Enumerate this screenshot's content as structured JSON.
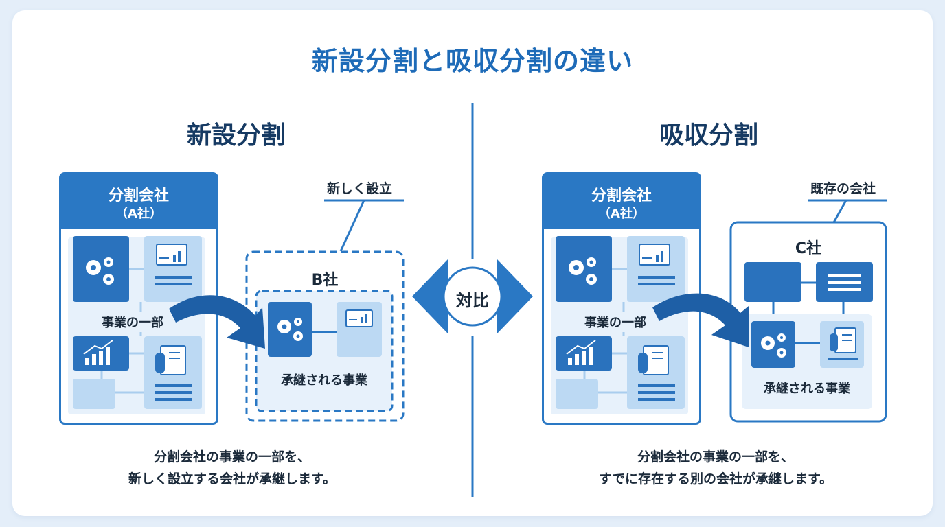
{
  "title": "新設分割と吸収分割の違い",
  "center_badge": "対比",
  "left": {
    "heading": "新設分割",
    "source_company": {
      "name": "分割会社",
      "sub": "（A社）"
    },
    "portion_label": "事業の一部",
    "callout": "新しく設立",
    "new_company": "B社",
    "transferred_label": "承継される事業",
    "description_line1": "分割会社の事業の一部を、",
    "description_line2": "新しく設立する会社が承継します。"
  },
  "right": {
    "heading": "吸収分割",
    "source_company": {
      "name": "分割会社",
      "sub": "（A社）"
    },
    "portion_label": "事業の一部",
    "callout": "既存の会社",
    "existing_company": "C社",
    "transferred_label": "承継される事業",
    "description_line1": "分割会社の事業の一部を、",
    "description_line2": "すでに存在する別の会社が承継します。"
  },
  "icons": [
    "gears-icon",
    "presentation-chart-icon",
    "growth-chart-icon",
    "document-icon",
    "double-arrow-icon",
    "curved-arrow-icon"
  ],
  "colors": {
    "primary": "#2a78c4",
    "dark": "#1e5fa6",
    "title": "#1e6bb8",
    "heading": "#163a63",
    "light": "#bcd9f3",
    "background": "#e4eef9"
  }
}
